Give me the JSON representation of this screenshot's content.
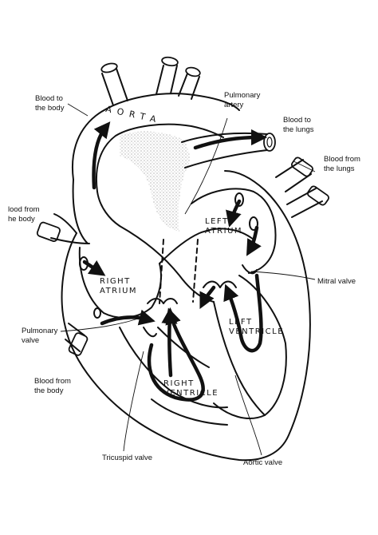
{
  "labels": {
    "blood_to_body_top": "Blood to\nthe body",
    "aorta": "AORTA",
    "pulmonary_artery": "Pulmonary\nartery",
    "blood_to_lungs": "Blood to\nthe lungs",
    "blood_from_lungs": "Blood from\nthe lungs",
    "blood_from_body_top": "lood from\nhe body",
    "left_atrium": "LEFT\nATRIUM",
    "right_atrium": "RIGHT\nATRIUM",
    "mitral_valve": "Mitral valve",
    "pulmonary_valve": "Pulmonary\nvalve",
    "left_ventricle": "LEFT\nVENTRICLE",
    "blood_from_body_bottom": "Blood from\nthe body",
    "right_ventricle": "RIGHT\nVENTRICLE",
    "tricuspid_valve": "Tricuspid valve",
    "aortic_valve": "Aortic valve"
  },
  "colors": {
    "ink": "#111111",
    "background": "#ffffff",
    "stipple": "#8a8a8a"
  }
}
